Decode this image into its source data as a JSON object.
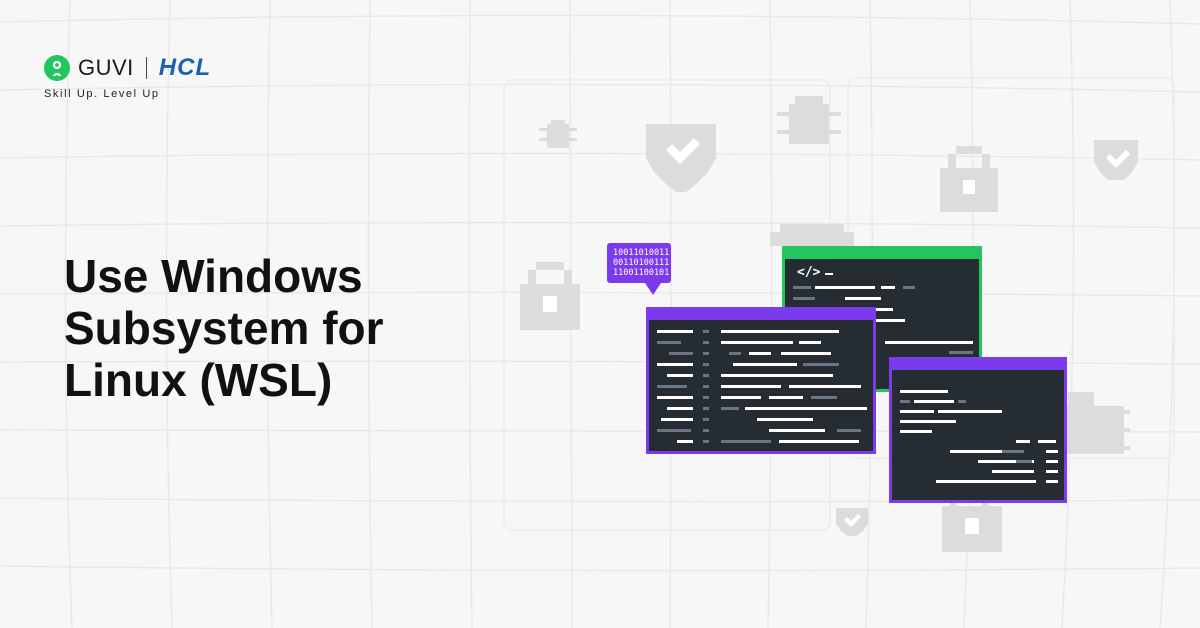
{
  "brand": {
    "guvi": "GUVI",
    "hcl": "HCL",
    "tagline": "Skill Up. Level Up"
  },
  "headline": {
    "lines": [
      "Use Windows",
      "Subsystem for",
      "Linux (WSL)"
    ]
  },
  "illustration": {
    "binary_lines": [
      "10011010011",
      "00110100111",
      "11001100101"
    ],
    "code_prompt": "</>",
    "colors": {
      "green": "#22c55e",
      "purple": "#7c3aed",
      "terminal_bg": "#252d33",
      "hcl_blue": "#1c5fb5",
      "icon_gray": "#dcdcdc"
    },
    "icons": [
      "bug-icon",
      "shield-check-icon",
      "padlock-icon"
    ]
  }
}
